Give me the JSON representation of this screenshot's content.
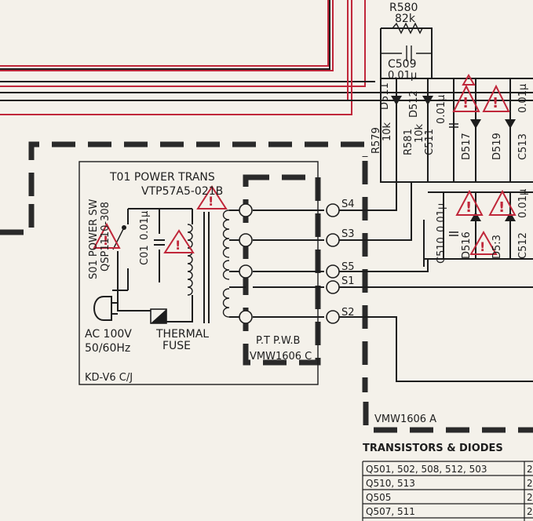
{
  "colors": {
    "paper": "#f4f1ea",
    "ink": "#1d1d1d",
    "warning": "#c0273a"
  },
  "icons": [
    "warning-triangle-icon",
    "ac-plug-icon",
    "thermal-fuse-icon"
  ],
  "labels": {
    "r580": "R580",
    "r580_value": "82k",
    "c509": "C509",
    "c509_value": "0.01μ",
    "r579": "R579",
    "r579_value": "10k",
    "r581": "R581",
    "r581_value": "10k",
    "d511": "D511",
    "d512": "D512",
    "c511": "C511",
    "c511_value": "0.01μ",
    "d517": "D517",
    "d519": "D519",
    "c513": "C513",
    "c513_value": "0.01μ",
    "c510": "C510",
    "c510_value": "0.01μ",
    "d516": "D516",
    "d518": "D5:3",
    "c512": "C512",
    "c512_value": "0.01μ",
    "transformer_title": "T01  POWER TRANS",
    "transformer_part": "VTP57A5-021B",
    "power_sw": "S01  POWER SW",
    "power_sw_part": "QSP1110-308",
    "c01": "C01",
    "c01_value": "0.01μ",
    "ac_line": "AC 100V",
    "frequency": "50/60Hz",
    "thermal_fuse_1": "THERMAL",
    "thermal_fuse_2": "FUSE",
    "model": "KD-V6  C/J",
    "pwb_title": "P.T  P.W.B",
    "pwb_part": "VMW1606  C",
    "s4": "S4",
    "s3": "S3",
    "s5": "S5",
    "s1": "S1",
    "s2": "S2",
    "board_a": "VMW1606  A"
  },
  "table": {
    "title": "TRANSISTORS & DIODES",
    "rows": [
      {
        "parts": "Q501, 502, 508, 512, 503",
        "type": "2"
      },
      {
        "parts": "Q510, 513",
        "type": "2"
      },
      {
        "parts": "Q505",
        "type": "2"
      },
      {
        "parts": "Q507, 511",
        "type": "2"
      }
    ]
  }
}
